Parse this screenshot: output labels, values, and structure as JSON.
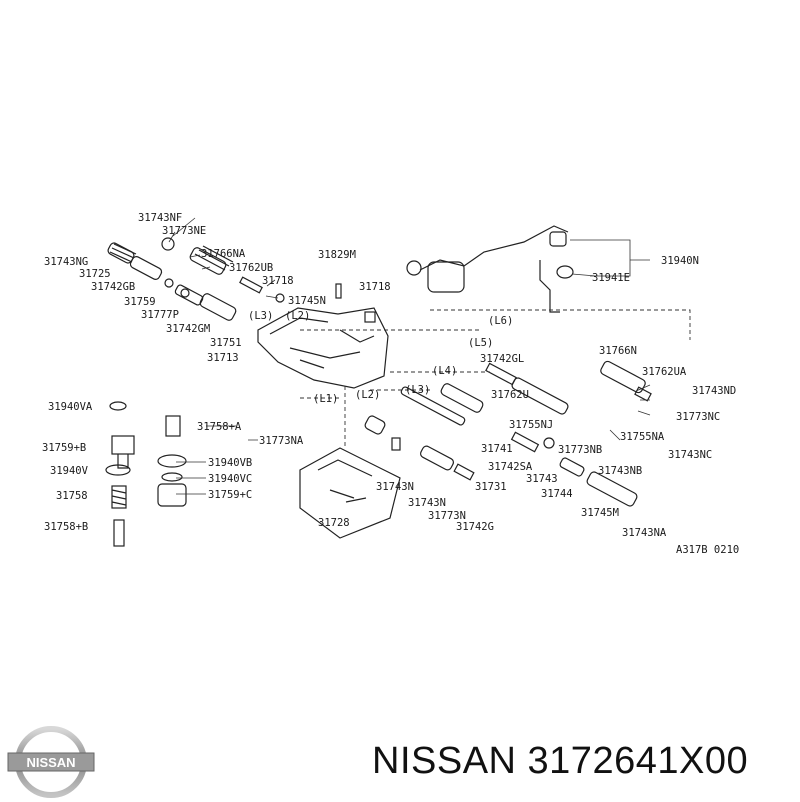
{
  "diagram": {
    "labels": {
      "p31743NF": "31743NF",
      "p31773NE": "31773NE",
      "p31766NA": "31766NA",
      "p31743NG": "31743NG",
      "p31762UB": "31762UB",
      "p31718a": "31718",
      "p31725": "31725",
      "p31742GB": "31742GB",
      "p31759a": "31759",
      "p31777P": "31777P",
      "p31742GM": "31742GM",
      "p31751": "31751",
      "p31713": "31713",
      "p31829M": "31829M",
      "p31745N": "31745N",
      "p31718b": "31718",
      "L3a": "(L3)",
      "L2a": "(L2)",
      "L6": "(L6)",
      "L5": "(L5)",
      "L4": "(L4)",
      "L3b": "(L3)",
      "L1": "(L1)",
      "L2b": "(L2)",
      "p31940N": "31940N",
      "p31941E": "31941E",
      "p31766N": "31766N",
      "p31742GL": "31742GL",
      "p31762UA": "31762UA",
      "p31762U": "31762U",
      "p31743ND": "31743ND",
      "p31773NC": "31773NC",
      "p31755NJ": "31755NJ",
      "p31755NA": "31755NA",
      "p31743NC": "31743NC",
      "p31940VA": "31940VA",
      "p31758A": "31758+A",
      "p31773NA": "31773NA",
      "p31759B": "31759+B",
      "p31940VB": "31940VB",
      "p31940V": "31940V",
      "p31940VC": "31940VC",
      "p31758a": "31758",
      "p31759C": "31759+C",
      "p31758B": "31758+B",
      "p31741": "31741",
      "p31742SA": "31742SA",
      "p31773NB": "31773NB",
      "p31743NB": "31743NB",
      "p31743": "31743",
      "p31743N": "31743N",
      "p31731": "31731",
      "p31744": "31744",
      "p31743Nb": "31743N",
      "p31773N": "31773N",
      "p31745M": "31745M",
      "p31728": "31728",
      "p31742G": "31742G",
      "p31743NA": "31743NA",
      "ref": "A317B  0210"
    }
  },
  "brand_name": "NISSAN",
  "part_number": "NISSAN 3172641X00"
}
